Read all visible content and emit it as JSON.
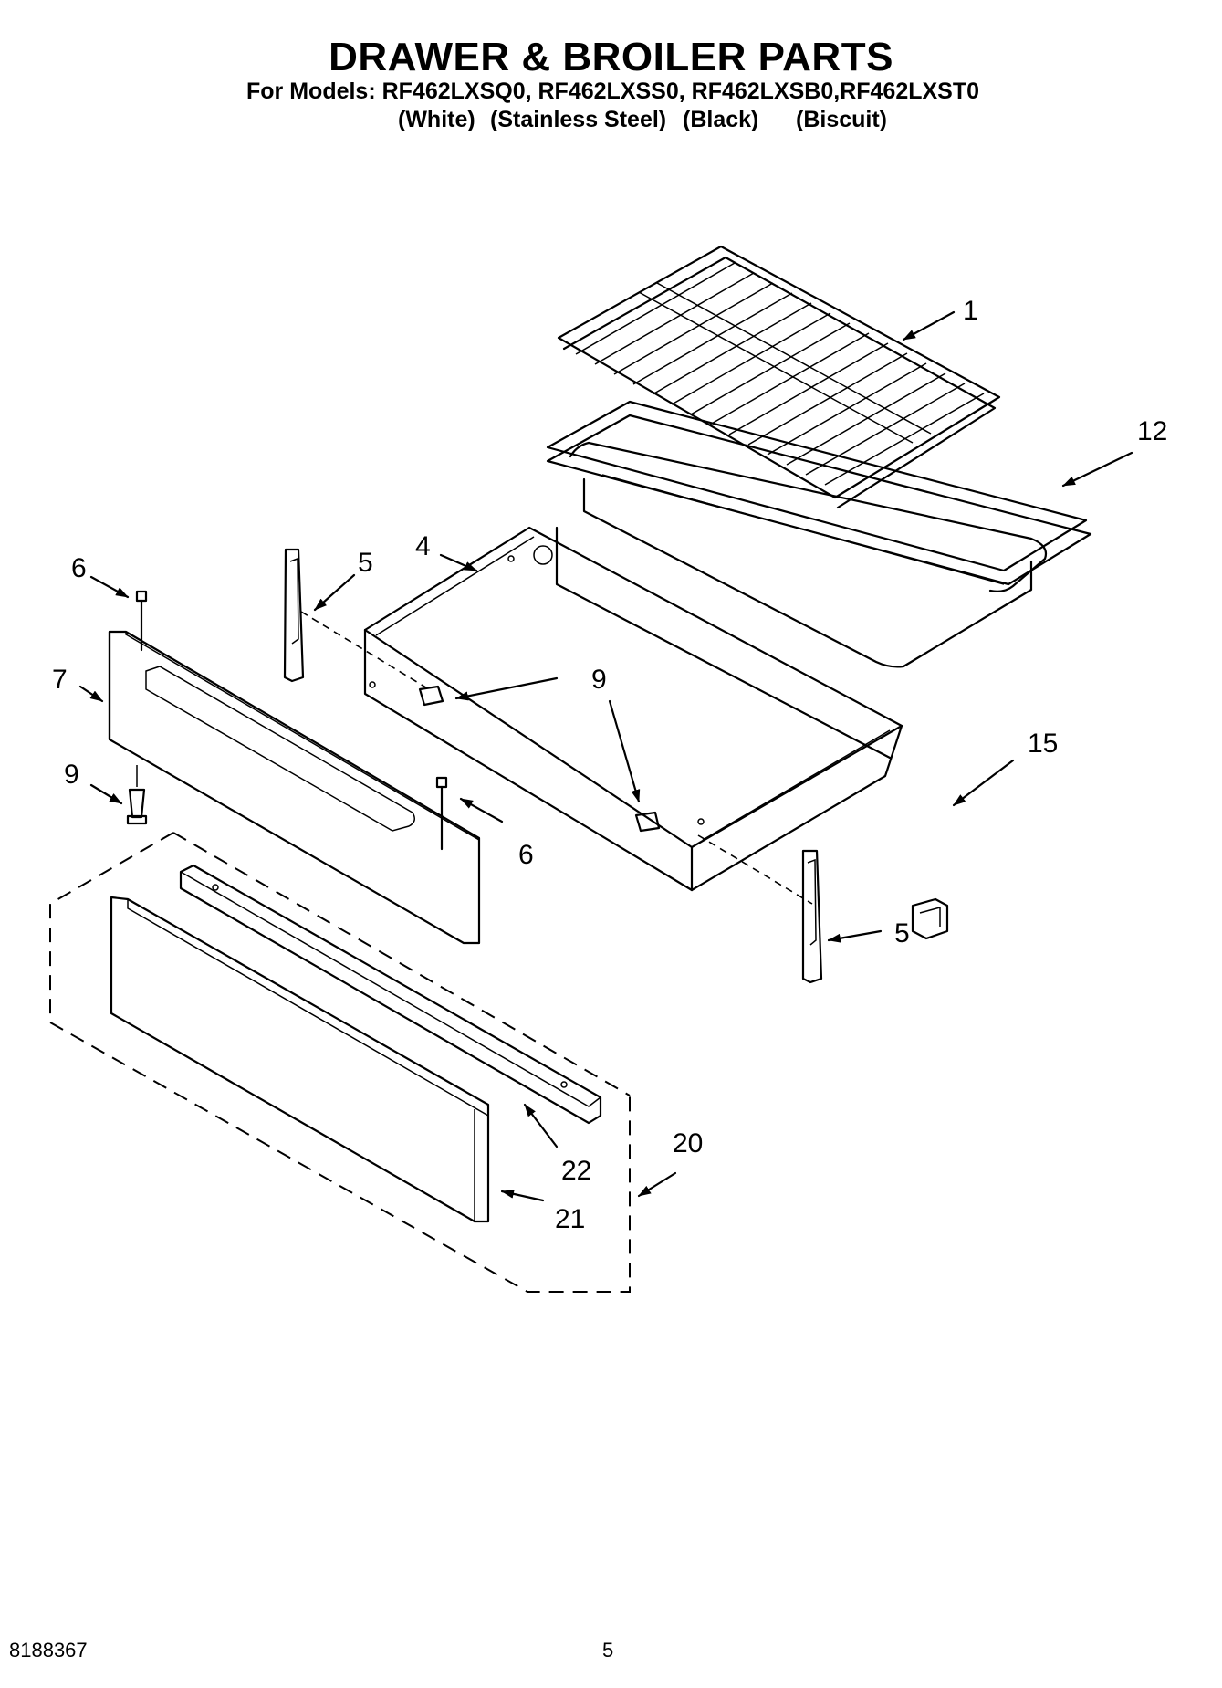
{
  "header": {
    "title": "DRAWER & BROILER PARTS",
    "models_line": "For Models: RF462LXSQ0, RF462LXSS0, RF462LXSB0,RF462LXST0",
    "colors": [
      "(White)",
      "(Stainless Steel)",
      "(Black)",
      "(Biscuit)"
    ]
  },
  "callouts": {
    "c1": "1",
    "c12": "12",
    "c4": "4",
    "c5a": "5",
    "c5b": "5",
    "c6a": "6",
    "c6b": "6",
    "c7": "7",
    "c9a": "9",
    "c9b": "9",
    "c9c": "9",
    "c15": "15",
    "c20": "20",
    "c21": "21",
    "c22": "22"
  },
  "footer": {
    "code": "8188367",
    "page": "5"
  }
}
